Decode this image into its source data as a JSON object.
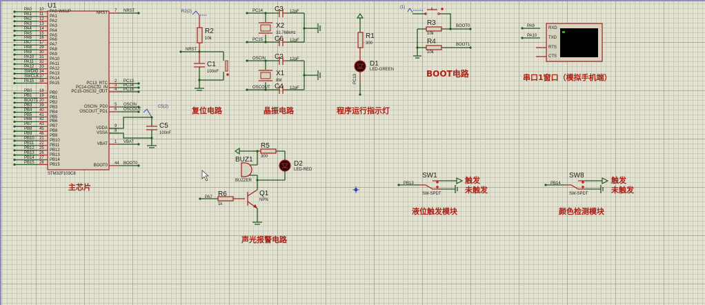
{
  "app": {
    "name": "Proteus ISIS schematic editor"
  },
  "colors": {
    "background": "#e3e2d0",
    "wire": "#1f5a1f",
    "component_outline": "#a02020",
    "component_fill": "#d8d3be",
    "title_text": "#a82218",
    "label_text": "#202020",
    "terminal_label": "#2a3aa8",
    "terminal_screen": "#000000",
    "terminal_cursor": "#18c018"
  },
  "mcu": {
    "ref": "U1",
    "part": "STM32F103C8",
    "section_title": "主芯片",
    "left_pins": [
      {
        "net": "PA0",
        "num": "10",
        "name": "PA0-WKUP"
      },
      {
        "net": "PA1",
        "num": "11",
        "name": "PA1"
      },
      {
        "net": "PA2",
        "num": "12",
        "name": "PA2"
      },
      {
        "net": "PA3",
        "num": "13",
        "name": "PA3"
      },
      {
        "net": "PA4",
        "num": "14",
        "name": "PA4"
      },
      {
        "net": "PA5",
        "num": "15",
        "name": "PA5"
      },
      {
        "net": "PA6",
        "num": "16",
        "name": "PA6"
      },
      {
        "net": "PA7",
        "num": "17",
        "name": "PA7"
      },
      {
        "net": "PA8",
        "num": "29",
        "name": "PA8"
      },
      {
        "net": "PA9",
        "num": "30",
        "name": "PA9"
      },
      {
        "net": "PA10",
        "num": "31",
        "name": "PA10"
      },
      {
        "net": "PA11",
        "num": "32",
        "name": "PA11"
      },
      {
        "net": "PA12",
        "num": "33",
        "name": "PA12"
      },
      {
        "net": "SWDIO",
        "num": "34",
        "name": "PA13"
      },
      {
        "net": "SWCLK",
        "num": "37",
        "name": "PA14"
      },
      {
        "net": "PA15",
        "num": "38",
        "name": "PA15"
      },
      {
        "net": "PB0",
        "num": "18",
        "name": "PB0"
      },
      {
        "net": "PB1",
        "num": "19",
        "name": "PB1"
      },
      {
        "net": "BOOT1",
        "num": "20",
        "name": "PB2"
      },
      {
        "net": "PB3",
        "num": "39",
        "name": "PB3"
      },
      {
        "net": "PB4",
        "num": "40",
        "name": "PB4"
      },
      {
        "net": "PB5",
        "num": "41",
        "name": "PB5"
      },
      {
        "net": "PB6",
        "num": "42",
        "name": "PB6"
      },
      {
        "net": "PB7",
        "num": "43",
        "name": "PB7"
      },
      {
        "net": "PB8",
        "num": "45",
        "name": "PB8"
      },
      {
        "net": "PB9",
        "num": "46",
        "name": "PB9"
      },
      {
        "net": "PB10",
        "num": "21",
        "name": "PB10"
      },
      {
        "net": "PB11",
        "num": "22",
        "name": "PB11"
      },
      {
        "net": "PB12",
        "num": "25",
        "name": "PB12"
      },
      {
        "net": "PB13",
        "num": "26",
        "name": "PB13"
      },
      {
        "net": "PB14",
        "num": "27",
        "name": "PB14"
      },
      {
        "net": "PB15",
        "num": "28",
        "name": "PB15"
      }
    ],
    "right_pins": [
      {
        "name": "NRST",
        "num": "7",
        "net": "NRST"
      },
      {
        "name": "PC13_RTC",
        "num": "2",
        "net": "PC13"
      },
      {
        "name": "PC14-OSC32_IN",
        "num": "3",
        "net": "PC14"
      },
      {
        "name": "PC15-OSC32_OUT",
        "num": "4",
        "net": "PC15"
      },
      {
        "name": "OSCIN_PD0",
        "num": "5",
        "net": "OSCIN"
      },
      {
        "name": "OSCOUT_PD1",
        "num": "6",
        "net": "OSCOUT"
      },
      {
        "name": "VDDA",
        "num": "9",
        "net": ""
      },
      {
        "name": "VSSA",
        "num": "8",
        "net": ""
      },
      {
        "name": "VBAT",
        "num": "1",
        "net": "VBAT"
      },
      {
        "name": "BOOT0",
        "num": "44",
        "net": "BOOT0"
      }
    ],
    "c5": {
      "ref": "C5",
      "value": "100nF",
      "probe": "C5(2)"
    }
  },
  "reset": {
    "title": "复位电路",
    "r2": {
      "ref": "R2",
      "value": "10k"
    },
    "c1": {
      "ref": "C1",
      "value": "100nF"
    },
    "net": "NRST",
    "probe": "R2(2)"
  },
  "crystal": {
    "title": "晶振电路",
    "x2": {
      "ref": "X2",
      "value": "32.768kHz"
    },
    "x1": {
      "ref": "X1",
      "value": "8M"
    },
    "c3": {
      "ref": "C3",
      "value": "12pF"
    },
    "c6": {
      "ref": "C6",
      "value": "12pF"
    },
    "c2": {
      "ref": "C2",
      "value": "12pF"
    },
    "c4": {
      "ref": "C4",
      "value": "12pF"
    },
    "nets": [
      "PC14",
      "PC15",
      "OSCIN",
      "OSCOUT"
    ]
  },
  "led": {
    "title": "程序运行指示灯",
    "r1": {
      "ref": "R1",
      "value": "300"
    },
    "d1": {
      "ref": "D1",
      "value": "LED-GREEN"
    },
    "net": "PC13"
  },
  "boot": {
    "title": "BOOT电路",
    "probe": "(1)",
    "r3": {
      "ref": "R3",
      "value": "10k"
    },
    "r4": {
      "ref": "R4",
      "value": "10k"
    },
    "nets": [
      "BOOT0",
      "BOOT1"
    ]
  },
  "uart": {
    "title": "串口1窗口（模拟手机端）",
    "pins": [
      "RXD",
      "TXD",
      "RTS",
      "CTS"
    ],
    "nets": [
      "PA9",
      "PA10"
    ]
  },
  "alarm": {
    "title": "声光报警电路",
    "buz": {
      "ref": "BUZ1",
      "value": "BUZZER"
    },
    "r5": {
      "ref": "R5",
      "value": "300"
    },
    "d2": {
      "ref": "D2",
      "value": "LED-RED"
    },
    "q1": {
      "ref": "Q1",
      "value": "NPN"
    },
    "r6": {
      "ref": "R6",
      "value": "1k"
    },
    "net": "PA7"
  },
  "liquid": {
    "title": "液位触发模块",
    "sw": {
      "ref": "SW1",
      "value": "SW-SPDT"
    },
    "net": "PB13",
    "on_label": "触发",
    "off_label": "未触发"
  },
  "color": {
    "title": "颜色检测模块",
    "sw": {
      "ref": "SW8",
      "value": "SW-SPDT"
    },
    "net": "PB14",
    "on_label": "触发",
    "off_label": "未触发"
  }
}
